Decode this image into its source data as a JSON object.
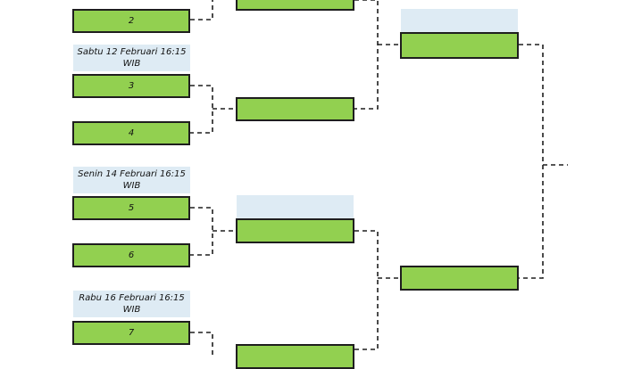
{
  "bracket": {
    "colors": {
      "slot_fill": "#92d050",
      "slot_border": "#1e1e1e",
      "date_fill": "#deebf4",
      "connector": "#1e1e1e"
    },
    "round1": {
      "dates": [
        {
          "line1": "Sabtu 12 Februari 16:15",
          "line2": "WIB"
        },
        {
          "line1": "Senin 14 Februari 16:15",
          "line2": "WIB"
        },
        {
          "line1": "Rabu 16 Februari 16:15",
          "line2": "WIB"
        }
      ],
      "teams": [
        "2",
        "3",
        "4",
        "5",
        "6",
        "7"
      ]
    }
  }
}
